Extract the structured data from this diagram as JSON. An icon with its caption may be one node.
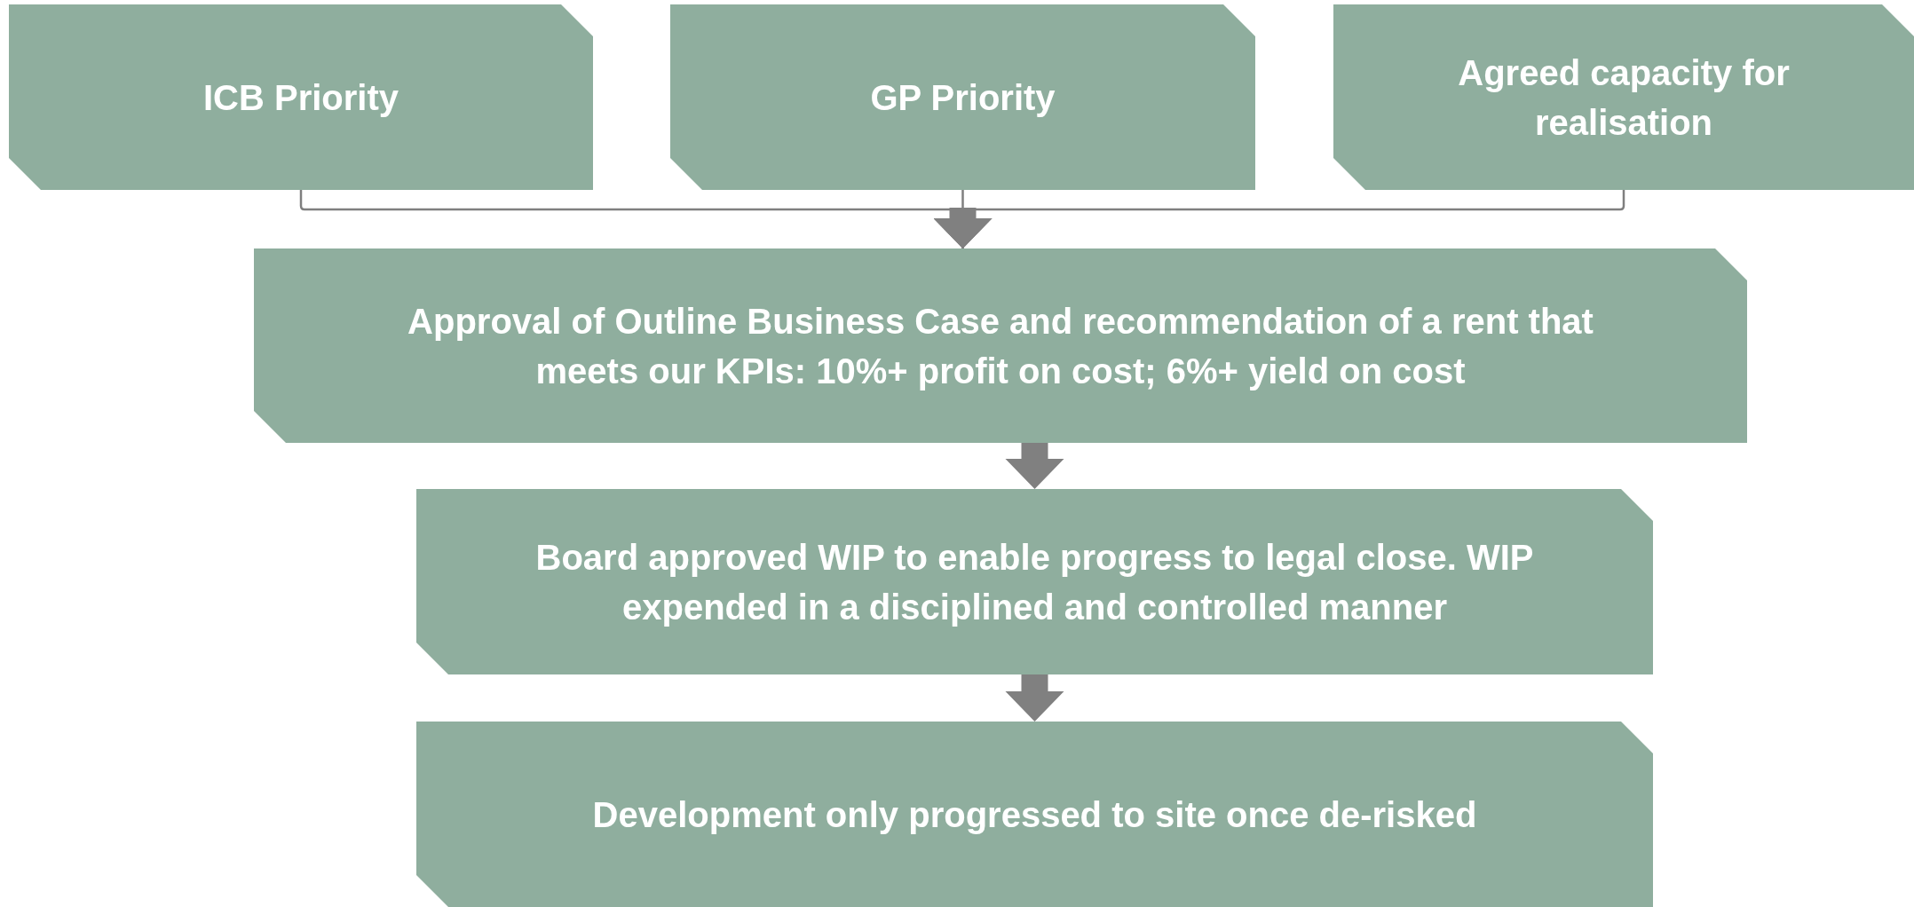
{
  "diagram": {
    "nodes": [
      {
        "text": [
          "ICB Priority"
        ]
      },
      {
        "text": [
          "GP Priority"
        ]
      },
      {
        "text": [
          "Agreed capacity for realisation"
        ]
      },
      {
        "text": [
          "Approval of Outline Business Case and recommendation of a rent that meets our KPIs: 10%+ profit on cost; 6%+ yield on cost"
        ]
      },
      {
        "text": [
          "Board approved WIP to enable progress to legal close. WIP expended in a disciplined and controlled manner"
        ]
      },
      {
        "text": [
          "Development only progressed to site once de-risked"
        ]
      }
    ],
    "edges": [
      {
        "from": 0,
        "to": 3,
        "arrow": "to"
      },
      {
        "from": 1,
        "to": 3,
        "arrow": "to"
      },
      {
        "from": 2,
        "to": 3,
        "arrow": "to"
      },
      {
        "from": 3,
        "to": 4,
        "arrow": "to"
      },
      {
        "from": 4,
        "to": 5,
        "arrow": "to"
      }
    ]
  }
}
